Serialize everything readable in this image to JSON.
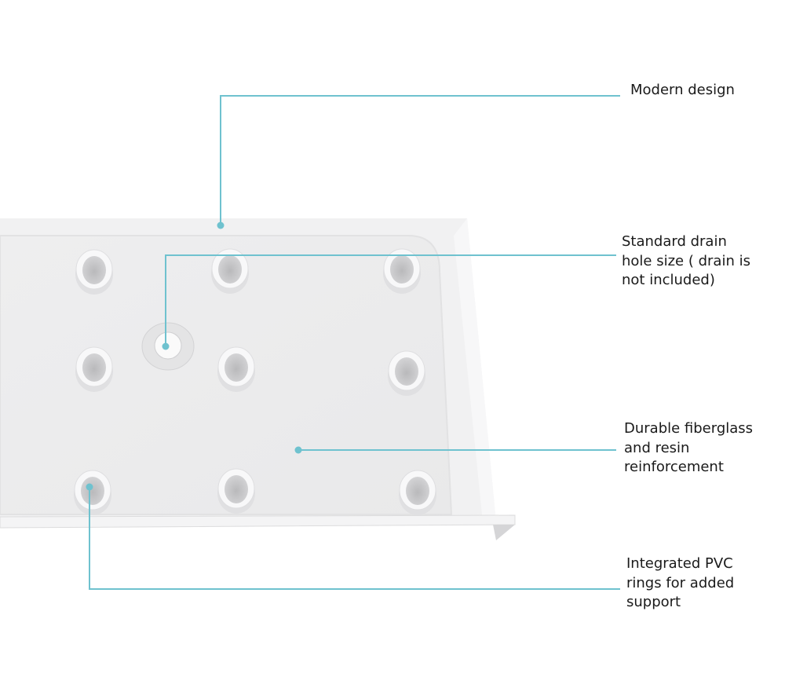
{
  "accent_color": "#6fc2cf",
  "callouts": [
    {
      "id": "modern-design",
      "text": "Modern design"
    },
    {
      "id": "drain-hole",
      "text": "Standard drain\nhole size ( drain is\nnot included)"
    },
    {
      "id": "fiberglass",
      "text": "Durable fiberglass\nand resin\nreinforcement"
    },
    {
      "id": "pvc-rings",
      "text": "Integrated PVC\nrings for added\nsupport"
    }
  ]
}
